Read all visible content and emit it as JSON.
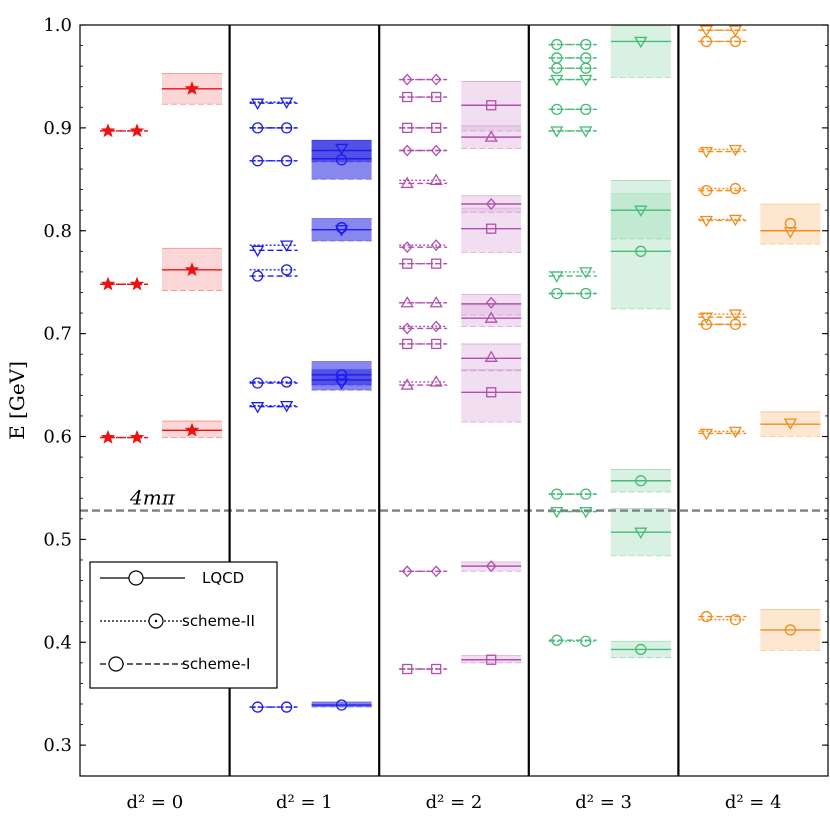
{
  "chart_data": {
    "type": "scatter",
    "ylabel": "E [GeV]",
    "ylim": [
      0.27,
      1.0
    ],
    "yticks": [
      "0.3",
      "0.4",
      "0.5",
      "0.6",
      "0.7",
      "0.8",
      "0.9",
      "1.0"
    ],
    "categories": [
      "d² = 0",
      "d² = 1",
      "d² = 2",
      "d² = 3",
      "d² = 4"
    ],
    "threshold": {
      "label": "4mπ",
      "value": 0.528
    },
    "legend": {
      "placement": "lower-left",
      "entries": [
        "LQCD",
        "scheme-II",
        "scheme-I"
      ]
    },
    "colors": {
      "d0": "#ee1111",
      "d1": "#1c1cee",
      "d2": "#b050ae",
      "d3": "#44bb77",
      "d4": "#f28c1a",
      "threshold": "#7f7f7f"
    },
    "panels": [
      {
        "label": "d² = 0",
        "color": "#ee1111",
        "fill": "#f5a5a5",
        "scheme": [
          {
            "marker": "star",
            "s1": 0.599,
            "s2": 0.599
          },
          {
            "marker": "star",
            "s1": 0.748,
            "s2": 0.748
          },
          {
            "marker": "star",
            "s1": 0.897,
            "s2": 0.897
          }
        ],
        "lqcd": [
          {
            "value": 0.606,
            "low": 0.599,
            "high": 0.615,
            "markers": [
              {
                "m": "star",
                "y": 0.606
              }
            ]
          },
          {
            "value": 0.762,
            "low": 0.742,
            "high": 0.783,
            "markers": [
              {
                "m": "star",
                "y": 0.762
              }
            ]
          },
          {
            "value": 0.938,
            "low": 0.923,
            "high": 0.953,
            "markers": [
              {
                "m": "star",
                "y": 0.938
              }
            ]
          }
        ]
      },
      {
        "label": "d² = 1",
        "color": "#1c1cee",
        "fill": "#2424e0",
        "scheme": [
          {
            "marker": "circle",
            "s1": 0.337,
            "s2": 0.337
          },
          {
            "marker": "tri_down",
            "s1": 0.629,
            "s2": 0.63
          },
          {
            "marker": "circle",
            "s1": 0.652,
            "s2": 0.653
          },
          {
            "marker": "circle",
            "s1": 0.756,
            "s2": 0.762
          },
          {
            "marker": "tri_down",
            "s1": 0.781,
            "s2": 0.786
          },
          {
            "marker": "circle",
            "s1": 0.868,
            "s2": 0.868
          },
          {
            "marker": "circle",
            "s1": 0.9,
            "s2": 0.9
          },
          {
            "marker": "tri_down",
            "s1": 0.924,
            "s2": 0.925
          }
        ],
        "lqcd": [
          {
            "value": 0.339,
            "low": 0.337,
            "high": 0.342,
            "markers": [
              {
                "m": "circle",
                "y": 0.339
              }
            ]
          },
          {
            "value": 0.655,
            "low": 0.645,
            "high": 0.665,
            "markers": [
              {
                "m": "circle",
                "y": 0.66
              },
              {
                "m": "tri_down",
                "y": 0.652
              }
            ]
          },
          {
            "value": 0.66,
            "low": 0.65,
            "high": 0.673,
            "markers": [
              {
                "m": "circle",
                "y": 0.655
              }
            ]
          },
          {
            "value": 0.801,
            "low": 0.79,
            "high": 0.812,
            "markers": [
              {
                "m": "circle",
                "y": 0.803
              },
              {
                "m": "tri_down",
                "y": 0.801
              }
            ]
          },
          {
            "value": 0.87,
            "low": 0.85,
            "high": 0.888,
            "markers": [
              {
                "m": "circle",
                "y": 0.869
              }
            ]
          },
          {
            "value": 0.878,
            "low": 0.867,
            "high": 0.888,
            "markers": [
              {
                "m": "tri_down",
                "y": 0.88
              }
            ]
          }
        ]
      },
      {
        "label": "d² = 2",
        "color": "#b050ae",
        "fill": "#dfb6df",
        "scheme": [
          {
            "marker": "square",
            "s1": 0.374,
            "s2": 0.374
          },
          {
            "marker": "diamond",
            "s1": 0.469,
            "s2": 0.469
          },
          {
            "marker": "tri_up",
            "s1": 0.65,
            "s2": 0.653
          },
          {
            "marker": "square",
            "s1": 0.69,
            "s2": 0.69
          },
          {
            "marker": "diamond",
            "s1": 0.705,
            "s2": 0.707
          },
          {
            "marker": "tri_up",
            "s1": 0.73,
            "s2": 0.73
          },
          {
            "marker": "square",
            "s1": 0.768,
            "s2": 0.768
          },
          {
            "marker": "diamond",
            "s1": 0.784,
            "s2": 0.786
          },
          {
            "marker": "tri_up",
            "s1": 0.846,
            "s2": 0.849
          },
          {
            "marker": "diamond",
            "s1": 0.878,
            "s2": 0.878
          },
          {
            "marker": "square",
            "s1": 0.9,
            "s2": 0.9
          },
          {
            "marker": "square",
            "s1": 0.93,
            "s2": 0.93
          },
          {
            "marker": "diamond",
            "s1": 0.947,
            "s2": 0.947
          }
        ],
        "lqcd": [
          {
            "value": 0.383,
            "low": 0.38,
            "high": 0.387,
            "markers": [
              {
                "m": "square",
                "y": 0.383
              }
            ]
          },
          {
            "value": 0.474,
            "low": 0.469,
            "high": 0.478,
            "markers": [
              {
                "m": "diamond",
                "y": 0.474
              }
            ]
          },
          {
            "value": 0.643,
            "low": 0.614,
            "high": 0.665,
            "markers": [
              {
                "m": "square",
                "y": 0.643
              }
            ]
          },
          {
            "value": 0.676,
            "low": 0.664,
            "high": 0.69,
            "markers": [
              {
                "m": "tri_up",
                "y": 0.677
              }
            ]
          },
          {
            "value": 0.715,
            "low": 0.707,
            "high": 0.728,
            "markers": [
              {
                "m": "tri_up",
                "y": 0.715
              }
            ]
          },
          {
            "value": 0.729,
            "low": 0.718,
            "high": 0.738,
            "markers": [
              {
                "m": "diamond",
                "y": 0.73
              }
            ]
          },
          {
            "value": 0.802,
            "low": 0.779,
            "high": 0.822,
            "markers": [
              {
                "m": "square",
                "y": 0.802
              }
            ]
          },
          {
            "value": 0.826,
            "low": 0.818,
            "high": 0.834,
            "markers": [
              {
                "m": "diamond",
                "y": 0.826
              }
            ]
          },
          {
            "value": 0.891,
            "low": 0.88,
            "high": 0.902,
            "markers": [
              {
                "m": "tri_up",
                "y": 0.891
              }
            ]
          },
          {
            "value": 0.922,
            "low": 0.897,
            "high": 0.945,
            "markers": [
              {
                "m": "square",
                "y": 0.922
              }
            ]
          }
        ]
      },
      {
        "label": "d² = 3",
        "color": "#44bb77",
        "fill": "#a8dfbf",
        "scheme": [
          {
            "marker": "circle",
            "s1": 0.402,
            "s2": 0.401
          },
          {
            "marker": "tri_down",
            "s1": 0.527,
            "s2": 0.527
          },
          {
            "marker": "circle",
            "s1": 0.544,
            "s2": 0.544
          },
          {
            "marker": "circle",
            "s1": 0.739,
            "s2": 0.739
          },
          {
            "marker": "tri_down",
            "s1": 0.756,
            "s2": 0.76
          },
          {
            "marker": "tri_down",
            "s1": 0.897,
            "s2": 0.897
          },
          {
            "marker": "circle",
            "s1": 0.918,
            "s2": 0.918
          },
          {
            "marker": "tri_down",
            "s1": 0.947,
            "s2": 0.947
          },
          {
            "marker": "circle",
            "s1": 0.958,
            "s2": 0.958
          },
          {
            "marker": "circle",
            "s1": 0.968,
            "s2": 0.968
          },
          {
            "marker": "circle",
            "s1": 0.981,
            "s2": 0.981
          }
        ],
        "lqcd": [
          {
            "value": 0.393,
            "low": 0.385,
            "high": 0.401,
            "markers": [
              {
                "m": "circle",
                "y": 0.393
              }
            ]
          },
          {
            "value": 0.507,
            "low": 0.484,
            "high": 0.53,
            "markers": [
              {
                "m": "tri_down",
                "y": 0.507
              }
            ]
          },
          {
            "value": 0.557,
            "low": 0.546,
            "high": 0.568,
            "markers": [
              {
                "m": "circle",
                "y": 0.557
              }
            ]
          },
          {
            "value": 0.78,
            "low": 0.724,
            "high": 0.836,
            "markers": [
              {
                "m": "circle",
                "y": 0.78
              }
            ]
          },
          {
            "value": 0.82,
            "low": 0.792,
            "high": 0.849,
            "markers": [
              {
                "m": "tri_down",
                "y": 0.82
              }
            ]
          },
          {
            "value": 0.984,
            "low": 0.949,
            "high": 1.02,
            "markers": [
              {
                "m": "tri_down",
                "y": 0.984
              }
            ]
          }
        ]
      },
      {
        "label": "d² = 4",
        "color": "#f28c1a",
        "fill": "#fbc99a",
        "scheme": [
          {
            "marker": "circle",
            "s1": 0.425,
            "s2": 0.422
          },
          {
            "marker": "tri_down",
            "s1": 0.603,
            "s2": 0.605
          },
          {
            "marker": "circle",
            "s1": 0.709,
            "s2": 0.709
          },
          {
            "marker": "tri_down",
            "s1": 0.716,
            "s2": 0.719
          },
          {
            "marker": "tri_down",
            "s1": 0.81,
            "s2": 0.811
          },
          {
            "marker": "circle",
            "s1": 0.839,
            "s2": 0.841
          },
          {
            "marker": "tri_down",
            "s1": 0.877,
            "s2": 0.879
          },
          {
            "marker": "circle",
            "s1": 0.984,
            "s2": 0.984
          },
          {
            "marker": "tri_down",
            "s1": 0.995,
            "s2": 0.995
          }
        ],
        "lqcd": [
          {
            "value": 0.412,
            "low": 0.392,
            "high": 0.432,
            "markers": [
              {
                "m": "circle",
                "y": 0.412
              }
            ]
          },
          {
            "value": 0.612,
            "low": 0.6,
            "high": 0.624,
            "markers": [
              {
                "m": "tri_down",
                "y": 0.613
              }
            ]
          },
          {
            "value": 0.8,
            "low": 0.787,
            "high": 0.826,
            "markers": [
              {
                "m": "circle",
                "y": 0.807
              },
              {
                "m": "tri_down",
                "y": 0.799
              }
            ]
          }
        ]
      }
    ]
  }
}
